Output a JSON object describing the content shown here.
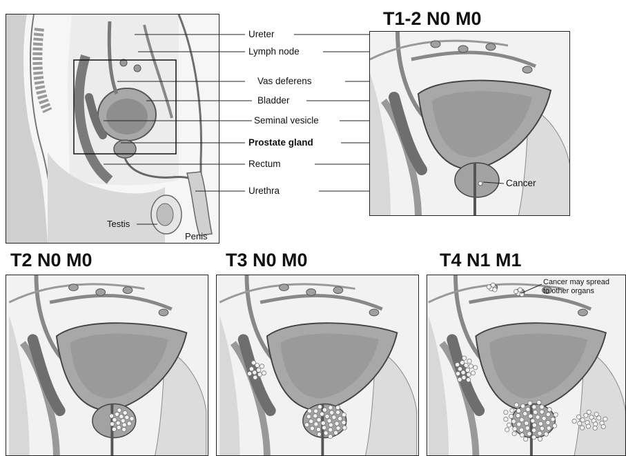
{
  "overview": {
    "labels": [
      {
        "id": "ureter",
        "text": "Ureter",
        "bold": false
      },
      {
        "id": "lymph-node",
        "text": "Lymph node",
        "bold": false
      },
      {
        "id": "vas-deferens",
        "text": "Vas deferens",
        "bold": false
      },
      {
        "id": "bladder",
        "text": "Bladder",
        "bold": false
      },
      {
        "id": "seminal-vesicle",
        "text": "Seminal vesicle",
        "bold": false
      },
      {
        "id": "prostate-gland",
        "text": "Prostate gland",
        "bold": true
      },
      {
        "id": "rectum",
        "text": "Rectum",
        "bold": false
      },
      {
        "id": "urethra",
        "text": "Urethra",
        "bold": false
      }
    ],
    "testis_label": "Testis",
    "penis_label": "Penis"
  },
  "stages": [
    {
      "id": "t1-2",
      "title": "T1-2 N0 M0",
      "annotation": "Cancer"
    },
    {
      "id": "t2",
      "title": "T2 N0 M0"
    },
    {
      "id": "t3",
      "title": "T3 N0 M0"
    },
    {
      "id": "t4",
      "title": "T4 N1 M1",
      "annotation_lines": [
        "Cancer may spread",
        "to other organs"
      ]
    }
  ],
  "colors": {
    "frame": "#222222",
    "tissue_light": "#e6e6e6",
    "tissue_mid": "#a8a8a8",
    "tissue_dark": "#6f6f6f",
    "tumor": "#f2f2f2"
  }
}
